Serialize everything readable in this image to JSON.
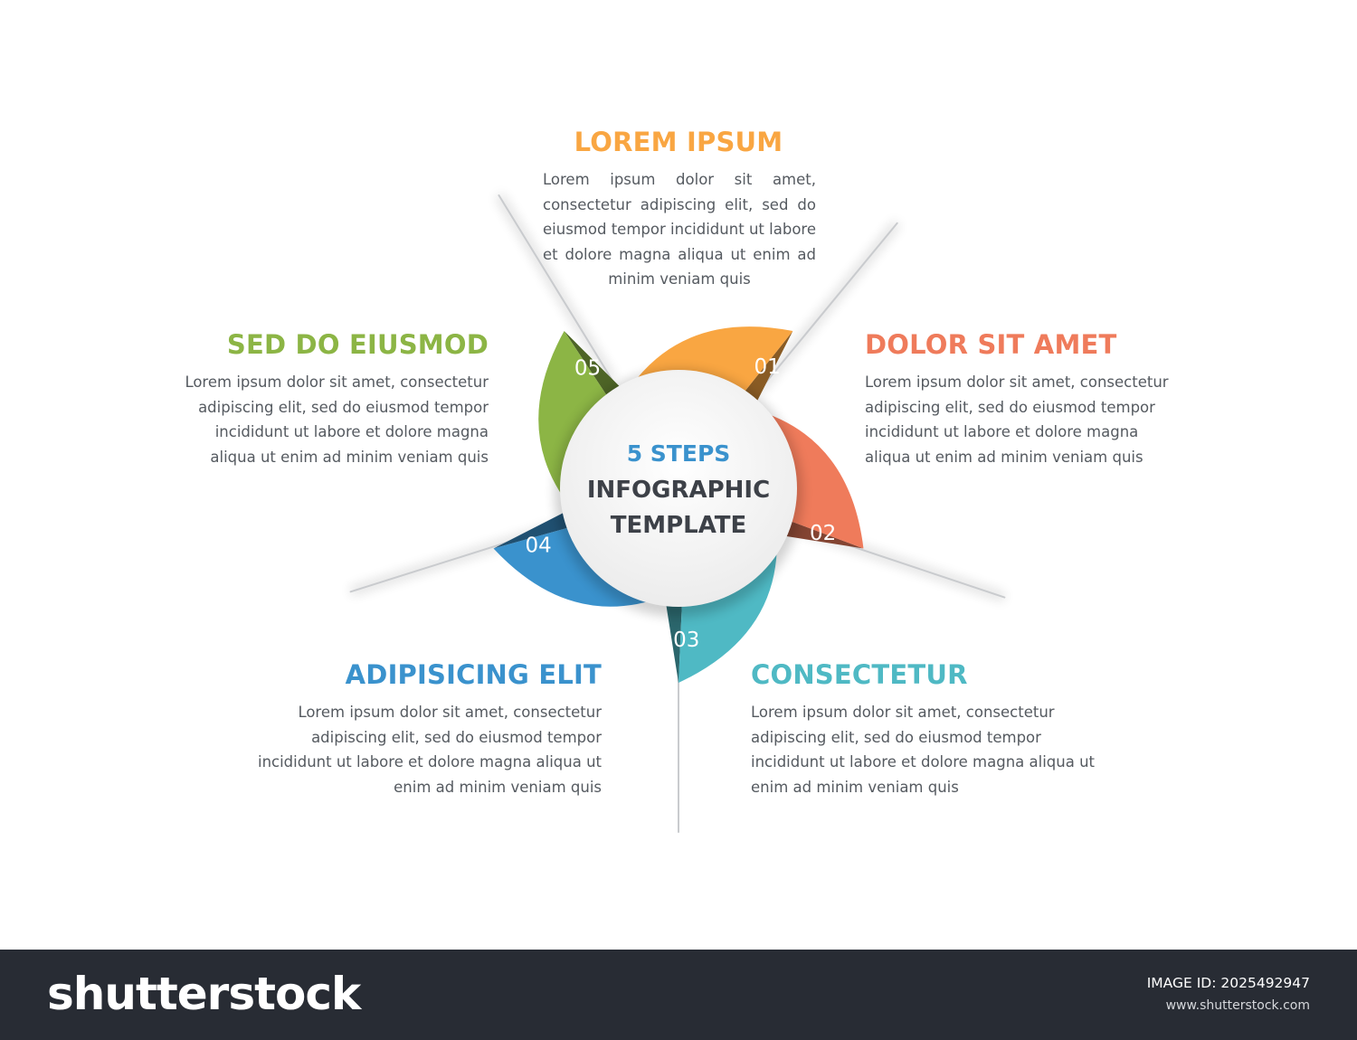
{
  "center": {
    "line1": "5 STEPS",
    "line2": "INFOGRAPHIC",
    "line3": "TEMPLATE"
  },
  "colors": {
    "orange": "#f9a642",
    "coral": "#ef7b5b",
    "teal": "#4fb9c4",
    "blue": "#3a92cd",
    "green": "#8cb545",
    "center_blue": "#3a92cd",
    "center_dark": "#3d4148"
  },
  "steps": [
    {
      "num": "01",
      "title": "LOREM IPSUM",
      "body": "Lorem ipsum dolor sit amet, consectetur adipiscing elit, sed do eiusmod tempor incididunt ut labore et dolore magna aliqua ut enim ad minim veniam quis"
    },
    {
      "num": "02",
      "title": "DOLOR SIT AMET",
      "body": "Lorem ipsum dolor sit amet, consectetur adipiscing elit, sed do eiusmod tempor incididunt ut labore et dolore magna aliqua ut enim ad minim veniam quis"
    },
    {
      "num": "03",
      "title": "CONSECTETUR",
      "body": "Lorem ipsum dolor sit amet, consectetur adipiscing elit, sed do eiusmod tempor incididunt ut labore et dolore magna aliqua ut enim ad minim veniam quis"
    },
    {
      "num": "04",
      "title": "ADIPISICING ELIT",
      "body": "Lorem ipsum dolor sit amet, consectetur adipiscing elit, sed do eiusmod tempor incididunt ut labore et dolore magna aliqua ut enim ad minim veniam quis"
    },
    {
      "num": "05",
      "title": "SED DO EIUSMOD",
      "body": "Lorem ipsum dolor sit amet, consectetur adipiscing elit, sed do eiusmod tempor incididunt ut labore et dolore magna aliqua ut enim ad minim veniam quis"
    }
  ],
  "footer": {
    "logo": "shutterstock",
    "image_id": "IMAGE ID: 2025492947",
    "site": "www.shutterstock.com"
  }
}
